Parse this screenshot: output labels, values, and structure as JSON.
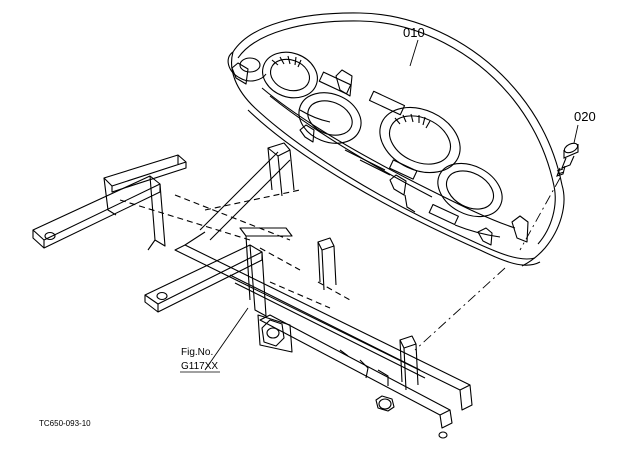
{
  "callouts": {
    "part_010": "010",
    "part_020": "020"
  },
  "figure_ref": {
    "line1": "Fig.No.",
    "line2": "G117XX"
  },
  "drawing_id": "TC650-093-10",
  "colors": {
    "line": "#000000",
    "background": "#ffffff"
  }
}
